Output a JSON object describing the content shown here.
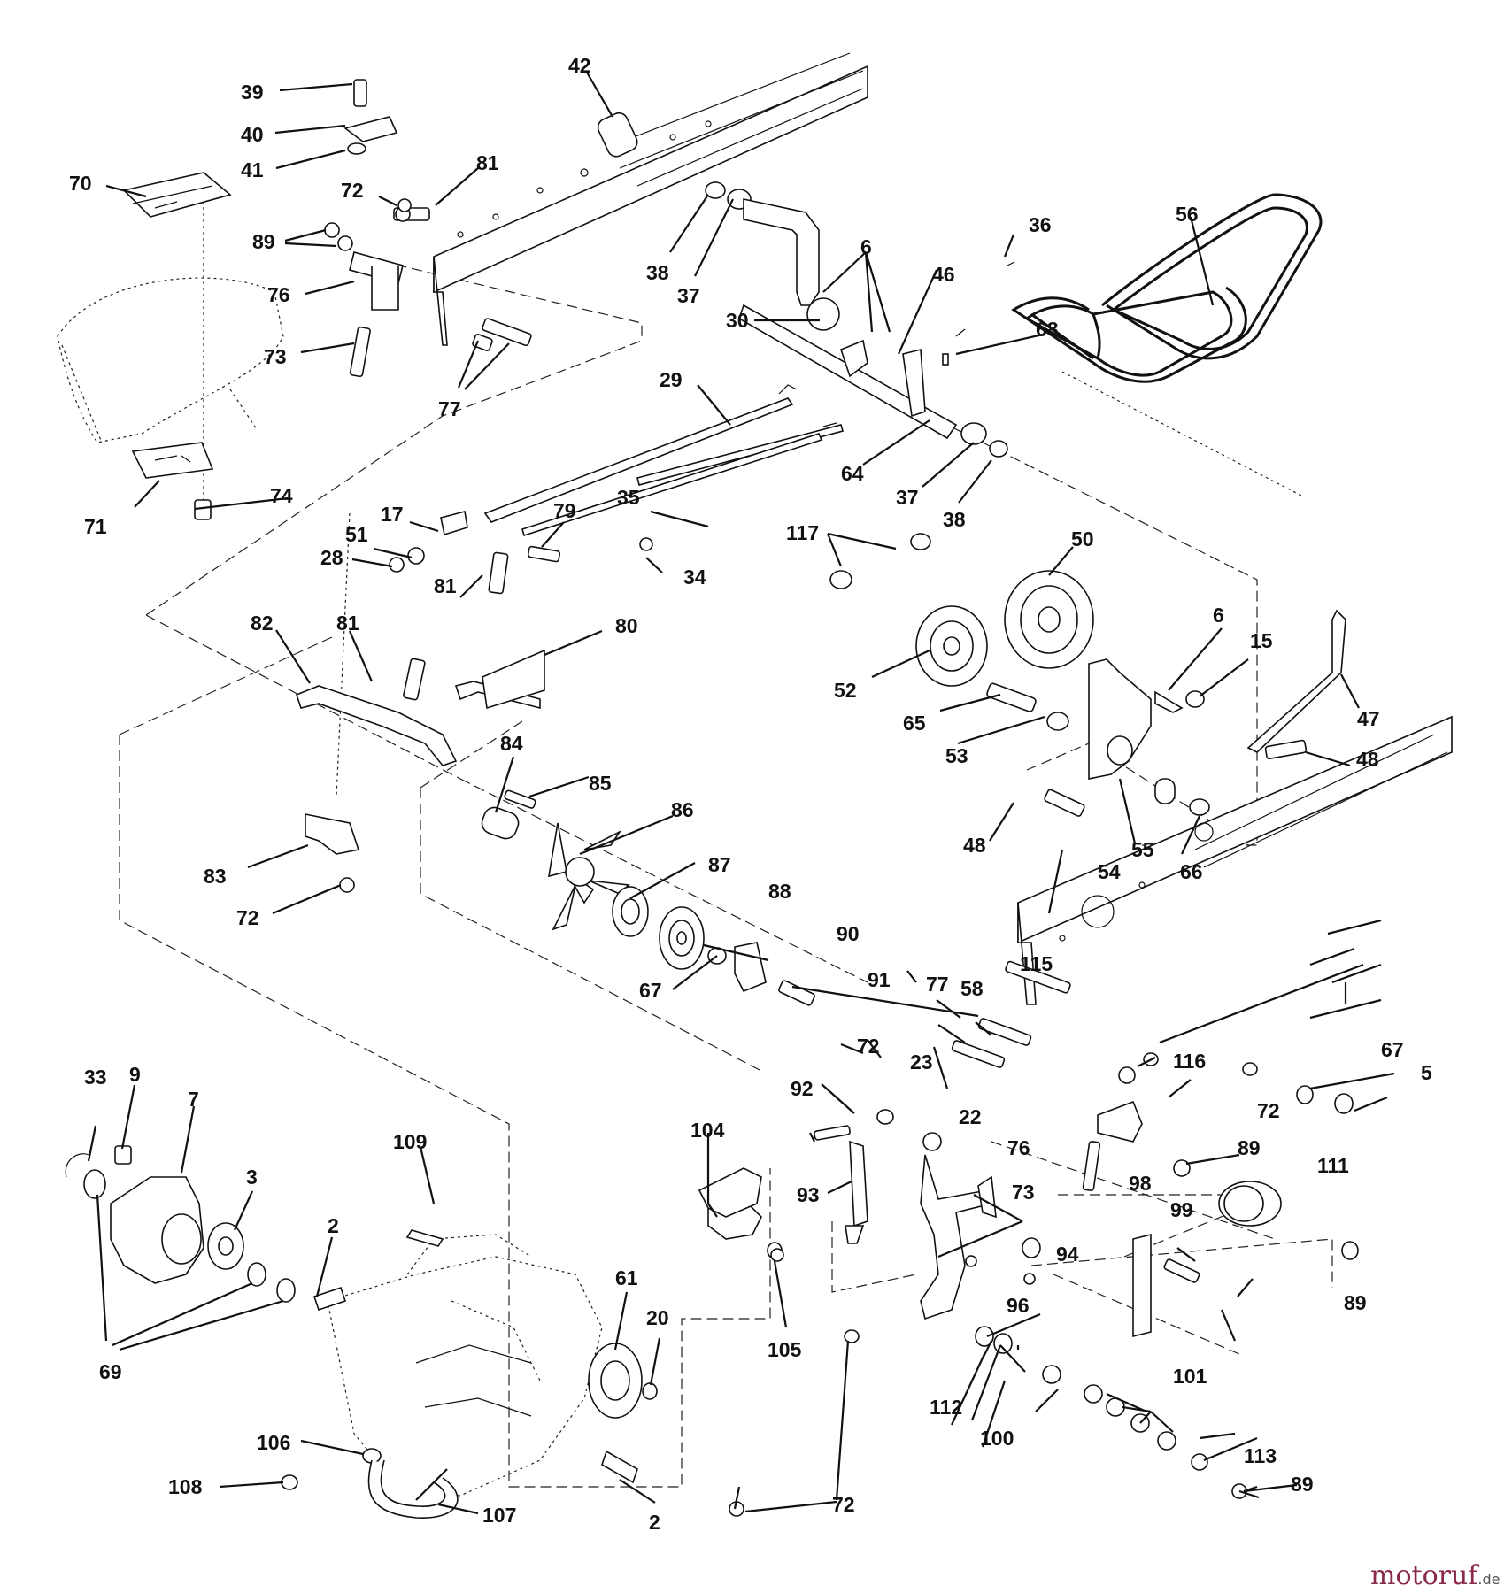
{
  "callouts": [
    "39",
    "40",
    "41",
    "42",
    "70",
    "81",
    "72",
    "89",
    "76",
    "73",
    "77",
    "38",
    "37",
    "30",
    "6",
    "36",
    "46",
    "68",
    "56",
    "29",
    "64",
    "37",
    "38",
    "71",
    "74",
    "17",
    "35",
    "79",
    "51",
    "28",
    "34",
    "117",
    "50",
    "81",
    "80",
    "82",
    "81",
    "6",
    "15",
    "52",
    "65",
    "53",
    "47",
    "48",
    "84",
    "85",
    "86",
    "48",
    "55",
    "54",
    "66",
    "83",
    "87",
    "72",
    "88",
    "90",
    "67",
    "91",
    "115",
    "77",
    "58",
    "33",
    "9",
    "7",
    "92",
    "72",
    "23",
    "116",
    "67",
    "5",
    "72",
    "104",
    "109",
    "3",
    "93",
    "22",
    "76",
    "89",
    "111",
    "73",
    "98",
    "99",
    "94",
    "2",
    "61",
    "20",
    "96",
    "89",
    "69",
    "105",
    "112",
    "101",
    "100",
    "106",
    "113",
    "108",
    "72",
    "89",
    "107",
    "2"
  ],
  "watermark": {
    "main": "motoruf",
    "suffix": ".de"
  }
}
